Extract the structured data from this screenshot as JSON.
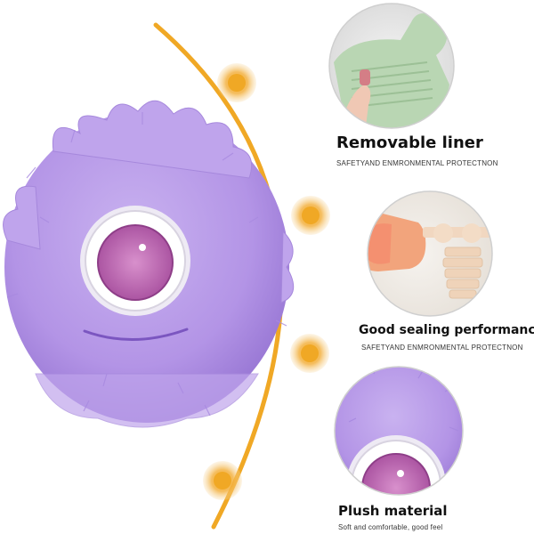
{
  "features": [
    {
      "title": "Removable liner",
      "subtitle": "SAFETYAND ENMRONMENTAL PROTECTNON"
    },
    {
      "title": "Good sealing performance",
      "subtitle": "SAFETYAND ENMRONMENTAL PROTECTNON"
    },
    {
      "title": "Plush material",
      "subtitle": "Soft and comfortable, good feel"
    }
  ],
  "colors": {
    "accent": "#f0a825",
    "plush": "#b89ae8",
    "plush_dark": "#9c7bd8",
    "eye_ring": "#f2f2f2",
    "eye_glitter": "#c06ab8",
    "liner": "#b8d8b8",
    "stopper": "#f2d8c0",
    "title_text": "#111111"
  },
  "icons": [
    "plush-monster",
    "silicone-liner",
    "bottle-stopper",
    "plush-closeup"
  ]
}
